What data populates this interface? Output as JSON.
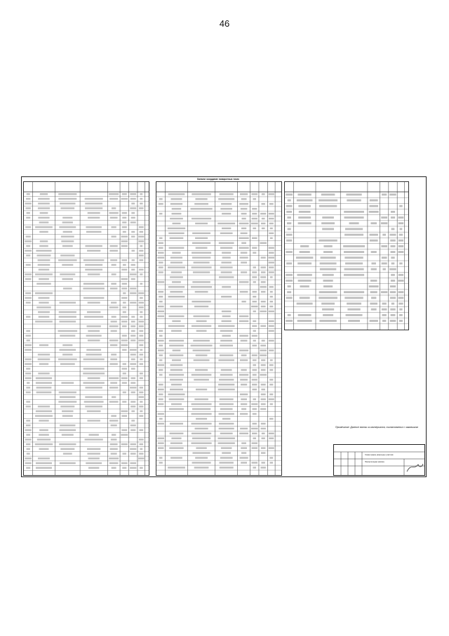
{
  "page": {
    "number": "46",
    "sheet_title": "Каталог координат поворотных точек",
    "note": "Примечание: Данные взяты из материалов, согласованных с заказчиком",
    "stamp_line_1": "Схема границ земельных участков",
    "stamp_line_2": "Пояснительная записка"
  }
}
